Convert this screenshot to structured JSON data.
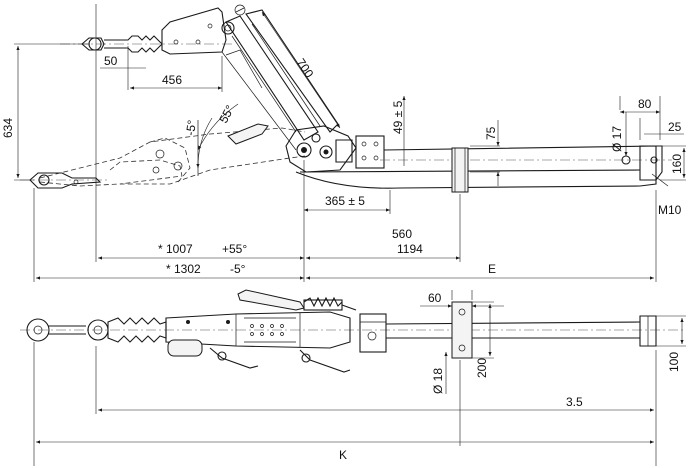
{
  "drawing": {
    "side_view": {
      "dimensions": {
        "height_total": "634",
        "eye_offset": "50",
        "head_length": "456",
        "arm_length": "700",
        "angle_up": "55°",
        "angle_down": "-5°",
        "plate_height": "49 ± 5",
        "tube_height": "75",
        "hole_dia": "Ø 17",
        "end_width": "80",
        "end_offset": "25",
        "end_height": "160",
        "thread": "M10",
        "pivot_offset": "365 ± 5",
        "dim_560": "560",
        "dim_1194": "1194",
        "dim_1007": "* 1007",
        "angle_1007": "+55°",
        "dim_1302": "* 1302",
        "angle_1302": "-5°",
        "dim_e": "E"
      }
    },
    "top_view": {
      "dimensions": {
        "flange_width": "60",
        "bolt_dia": "Ø 18",
        "flange_height": "200",
        "tube_width": "100",
        "tube_length": "3.5",
        "total_length": "K"
      }
    }
  }
}
